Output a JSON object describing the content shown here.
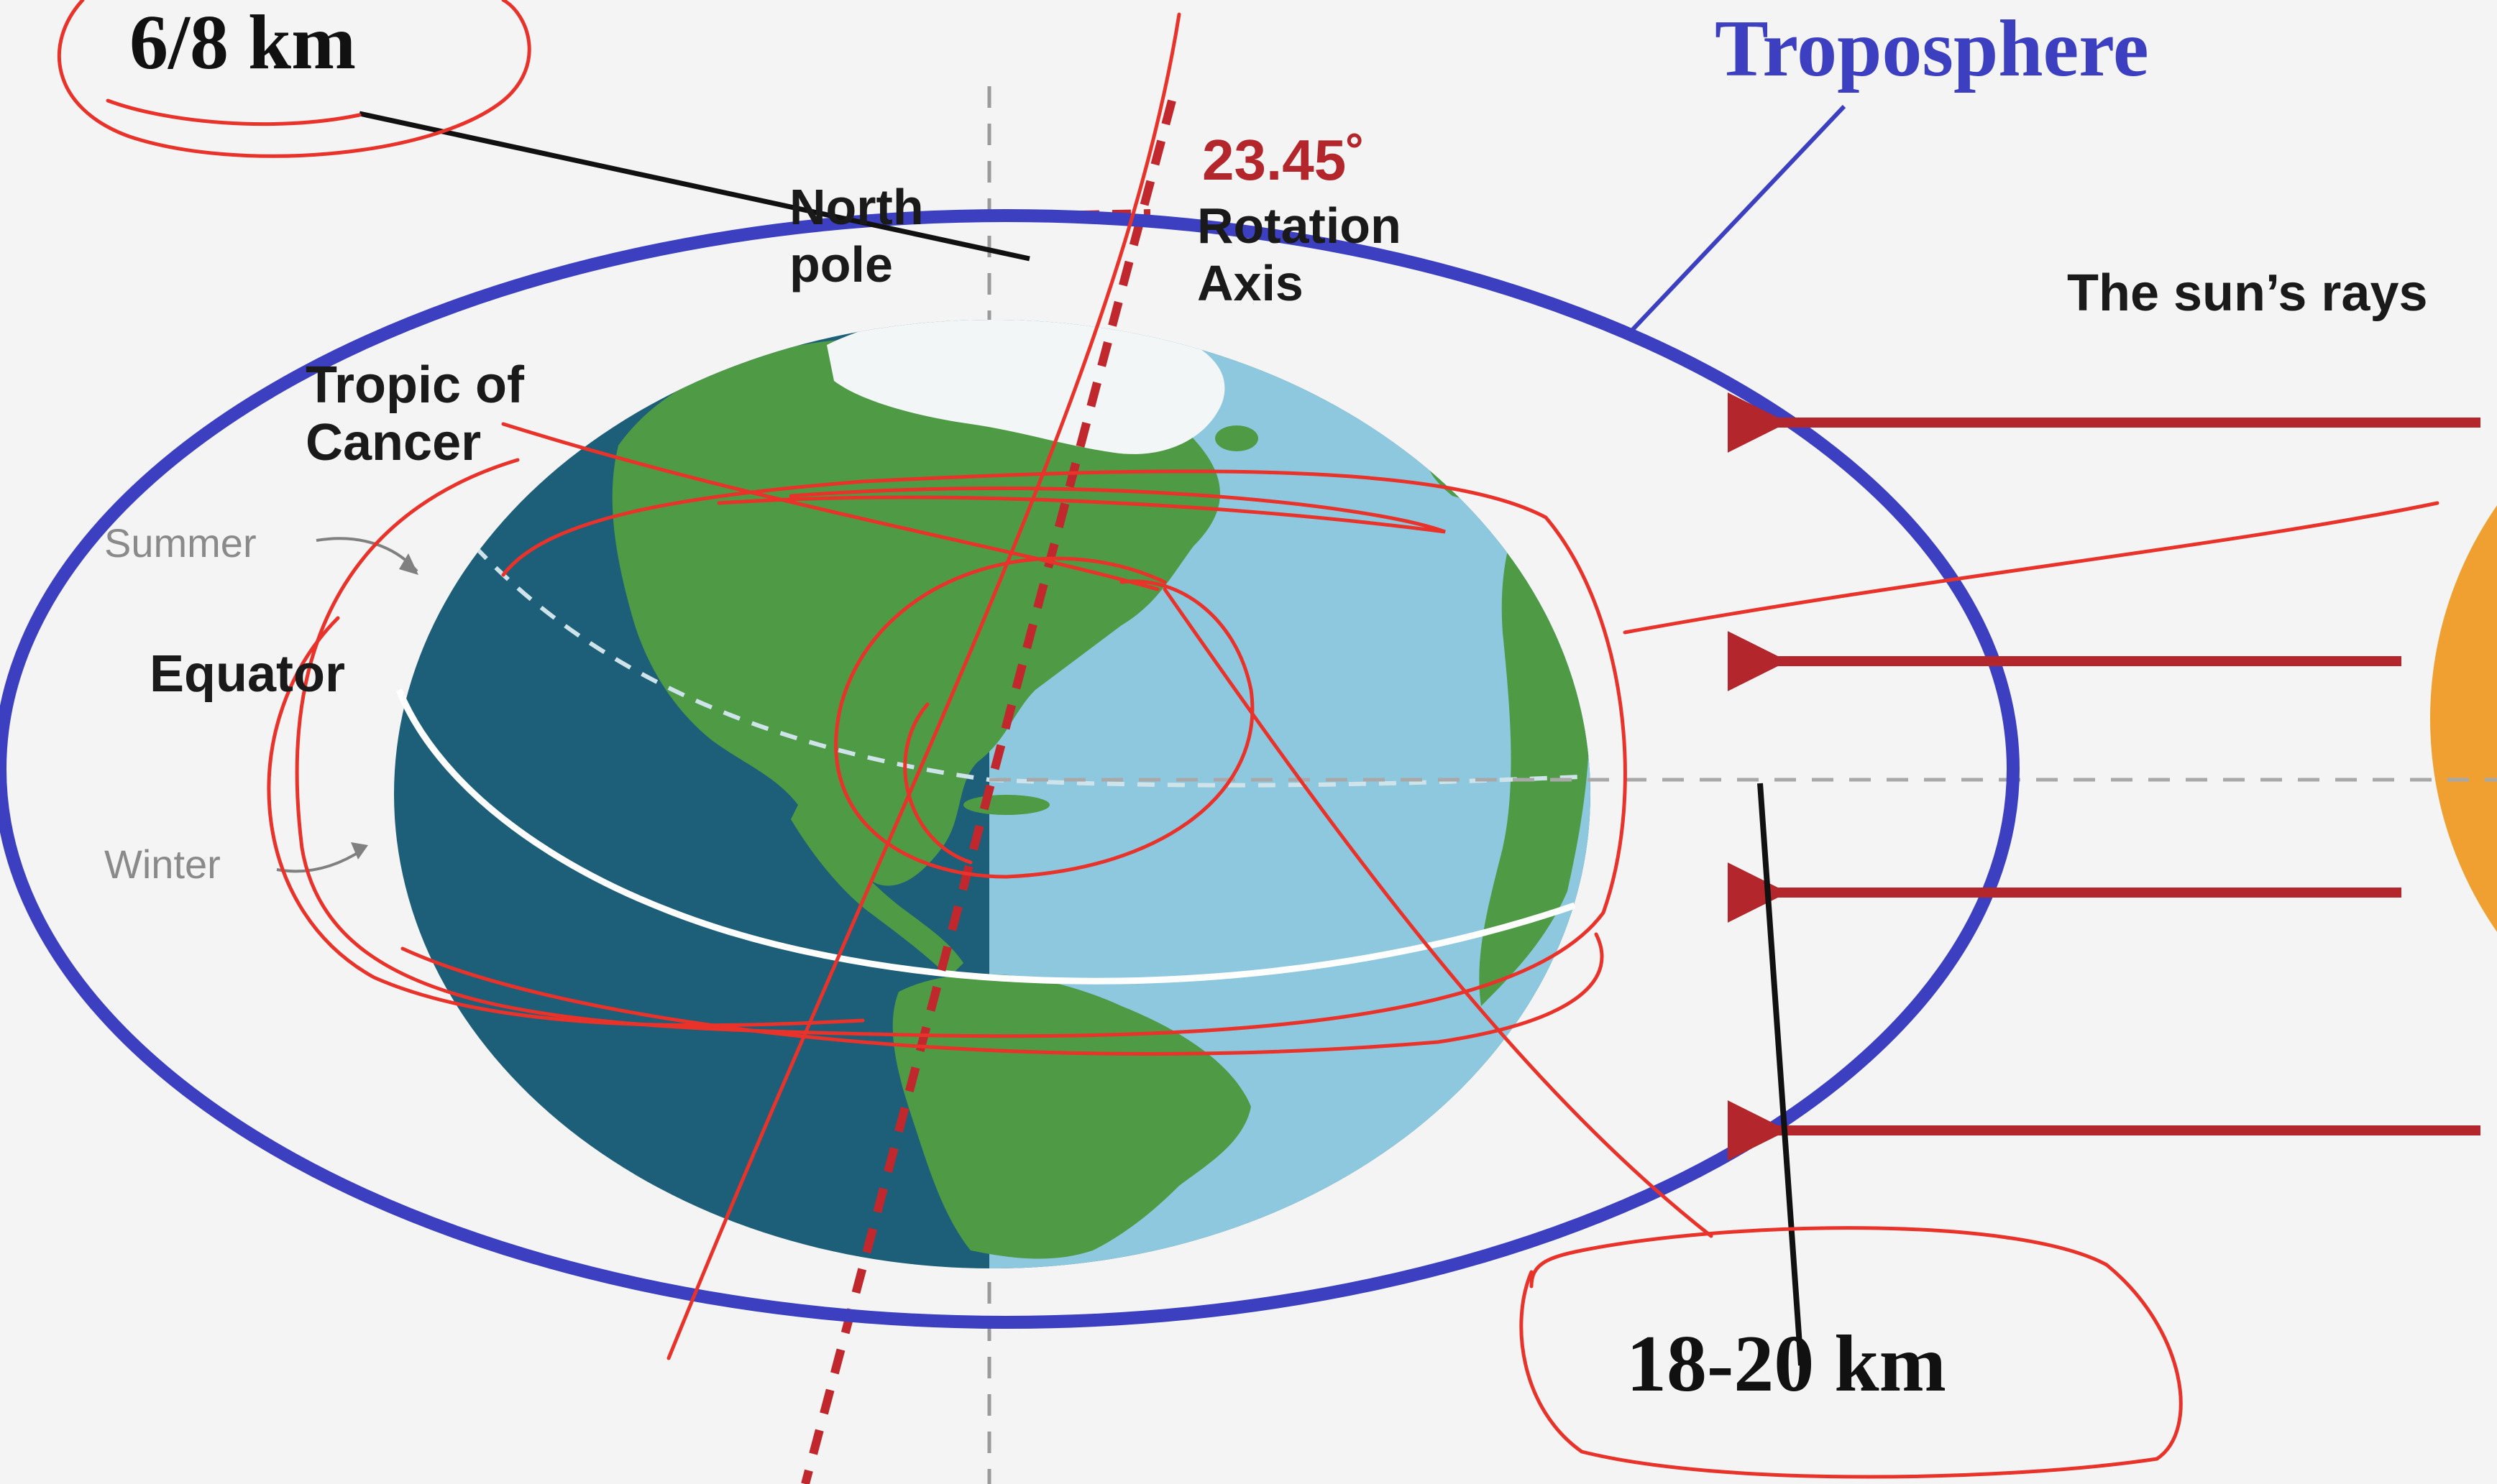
{
  "labels": {
    "north_pole_line1": "North",
    "north_pole_line2": "pole",
    "tilt_angle": "23.45˚",
    "rotation_line1": "Rotation",
    "rotation_line2": "Axis",
    "tropic_line1": "Tropic of",
    "tropic_line2": "Cancer",
    "summer": "Summer",
    "equator": "Equator",
    "winter": "Winter",
    "sun_rays": "The sun’s rays"
  },
  "annotations": {
    "layer_name": "Troposphere",
    "polar_height": "6/8 km",
    "equatorial_height": "18-20 km"
  },
  "colors": {
    "background": "#f4f4f4",
    "ocean_dark": "#1d5f78",
    "ocean_light": "#8ec8df",
    "land": "#4e9a45",
    "ice": "#f2f6f6",
    "ring": "#3b3fc0",
    "ray": "#b3262b",
    "axis": "#c0282d",
    "pen": "#e8322a",
    "sun": "#f0a030",
    "ink": "#1a1a1a"
  }
}
